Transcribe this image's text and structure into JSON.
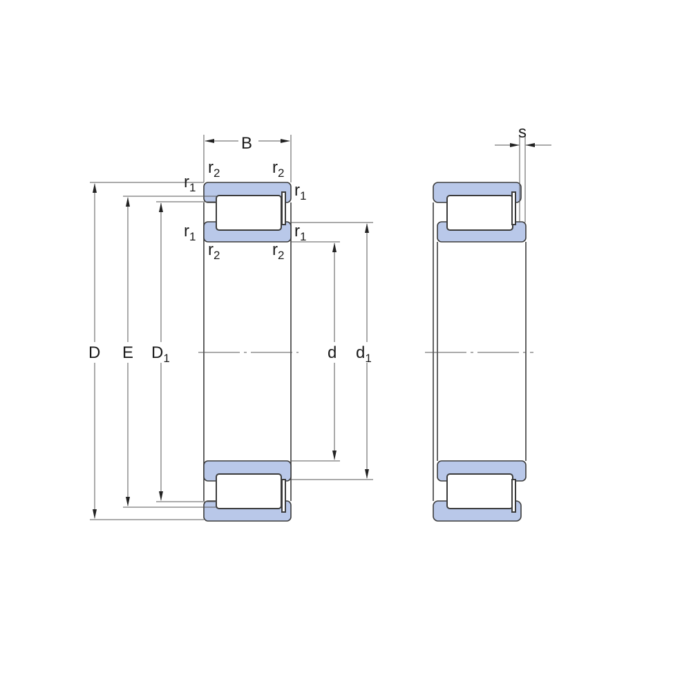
{
  "diagram": {
    "colors": {
      "ring_fill": "#b9c8e9",
      "outline": "#3a3a3a"
    },
    "dimensions": {
      "B": {
        "main": "B",
        "sub": ""
      },
      "s": {
        "main": "s",
        "sub": ""
      },
      "D": {
        "main": "D",
        "sub": ""
      },
      "E": {
        "main": "E",
        "sub": ""
      },
      "D1": {
        "main": "D",
        "sub": "1"
      },
      "d": {
        "main": "d",
        "sub": ""
      },
      "d1": {
        "main": "d",
        "sub": "1"
      }
    },
    "radii": {
      "r1": {
        "main": "r",
        "sub": "1"
      },
      "r2": {
        "main": "r",
        "sub": "2"
      }
    }
  }
}
